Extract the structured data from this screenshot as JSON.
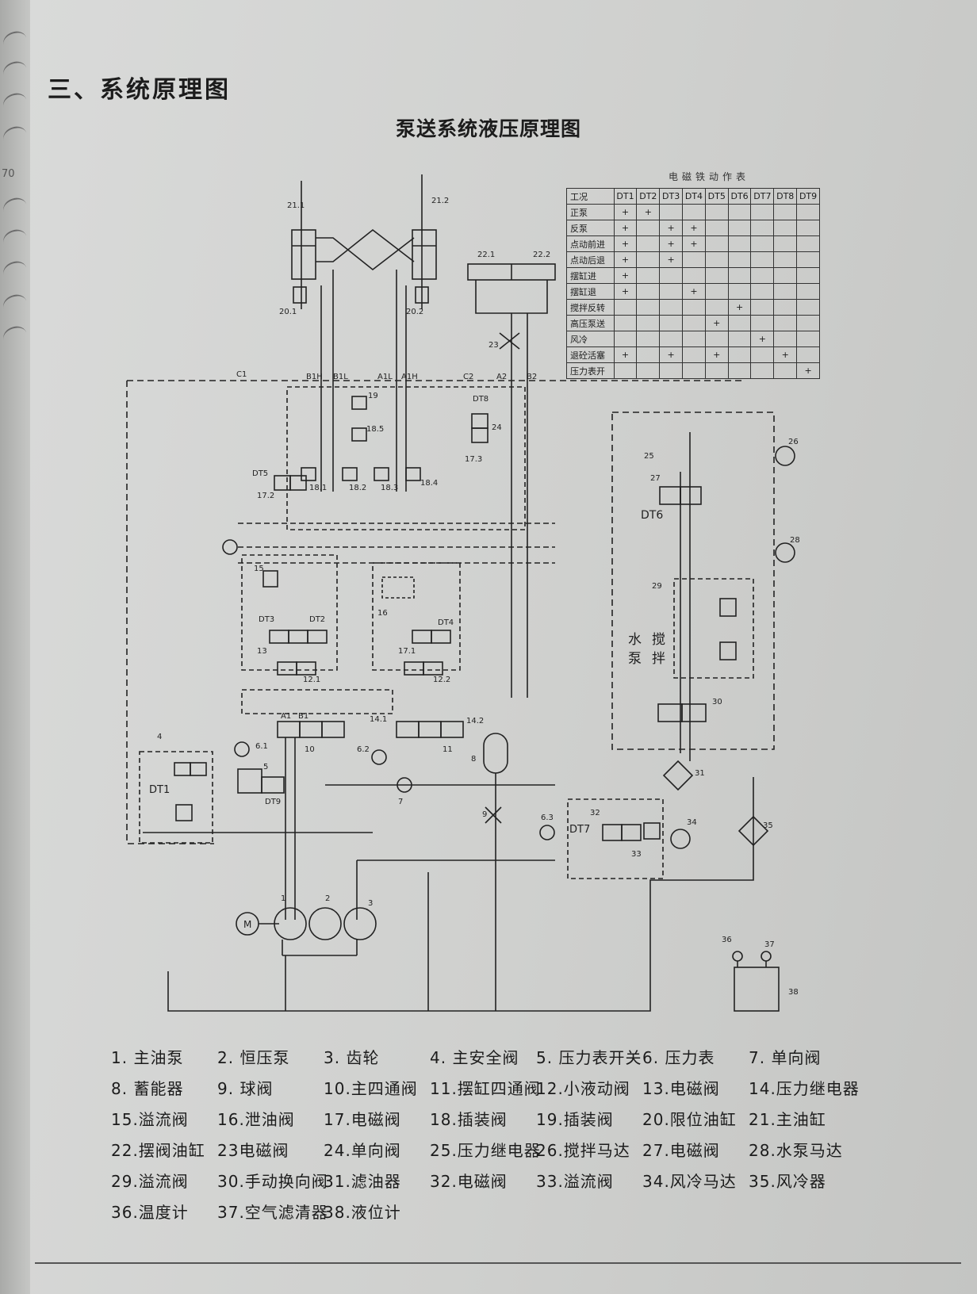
{
  "page": {
    "section_heading": "三、系统原理图",
    "diagram_title": "泵送系统液压原理图",
    "margin_number": "70"
  },
  "action_table": {
    "title": "电磁铁动作表",
    "headers": [
      "工况",
      "DT1",
      "DT2",
      "DT3",
      "DT4",
      "DT5",
      "DT6",
      "DT7",
      "DT8",
      "DT9"
    ],
    "rows": [
      [
        "正泵",
        "+",
        "+",
        "",
        "",
        "",
        "",
        "",
        "",
        ""
      ],
      [
        "反泵",
        "+",
        "",
        "+",
        "+",
        "",
        "",
        "",
        "",
        ""
      ],
      [
        "点动前进",
        "+",
        "",
        "+",
        "+",
        "",
        "",
        "",
        "",
        ""
      ],
      [
        "点动后退",
        "+",
        "",
        "+",
        "",
        "",
        "",
        "",
        "",
        ""
      ],
      [
        "摆缸进",
        "+",
        "",
        "",
        "",
        "",
        "",
        "",
        "",
        ""
      ],
      [
        "摆缸退",
        "+",
        "",
        "",
        "+",
        "",
        "",
        "",
        "",
        ""
      ],
      [
        "搅拌反转",
        "",
        "",
        "",
        "",
        "",
        "+",
        "",
        "",
        ""
      ],
      [
        "高压泵送",
        "",
        "",
        "",
        "",
        "+",
        "",
        "",
        "",
        ""
      ],
      [
        "风冷",
        "",
        "",
        "",
        "",
        "",
        "",
        "+",
        "",
        ""
      ],
      [
        "退砼活塞",
        "+",
        "",
        "+",
        "",
        "+",
        "",
        "",
        "+",
        ""
      ],
      [
        "压力表开",
        "",
        "",
        "",
        "",
        "",
        "",
        "",
        "",
        "+"
      ]
    ]
  },
  "diagram_labels": {
    "cyl_21_1": "21.1",
    "cyl_21_2": "21.2",
    "cyl_20_1": "20.1",
    "cyl_20_2": "20.2",
    "cyl_22_1": "22.1",
    "cyl_22_2": "22.2",
    "port_c1": "C1",
    "port_c2": "C2",
    "port_b1h": "B1H",
    "port_b1l": "B1L",
    "port_a1l": "A1L",
    "port_a1h": "A1H",
    "port_a2": "A2",
    "port_b2": "B2",
    "v23": "23",
    "v24": "24",
    "v19": "19",
    "v18_5": "18.5",
    "v18_1": "18.1",
    "v18_2": "18.2",
    "v18_3": "18.3",
    "v18_4": "18.4",
    "dt5": "DT5",
    "v17_2": "17.2",
    "dt8": "DT8",
    "v17_3": "17.3",
    "v15": "15",
    "v16": "16",
    "dt3": "DT3",
    "dt2": "DT2",
    "dt4": "DT4",
    "v13": "13",
    "v12_1": "12.1",
    "v17_1": "17.1",
    "v12_2": "12.2",
    "a1": "A1",
    "b1": "B1",
    "v10": "10",
    "v11": "11",
    "v14_1": "14.1",
    "v14_2": "14.2",
    "v8": "8",
    "v4": "4",
    "dt1": "DT1",
    "v6_1": "6.1",
    "v5": "5",
    "dt9": "DT9",
    "v6_2": "6.2",
    "v7": "7",
    "v9": "9",
    "v6_3": "6.3",
    "dt7": "DT7",
    "v32": "32",
    "v33": "33",
    "v34": "34",
    "v35": "35",
    "v31": "31",
    "v30": "30",
    "v29": "29",
    "v25": "25",
    "v26": "26",
    "v27": "27",
    "dt6": "DT6",
    "v28": "28",
    "water": "水",
    "pump": "泵",
    "stir": "搅",
    "mix": "拌",
    "p1": "1",
    "p2": "2",
    "p3": "3",
    "motor": "M",
    "v36": "36",
    "v37": "37",
    "v38": "38"
  },
  "legend": [
    "1. 主油泵",
    "2. 恒压泵",
    "3. 齿轮",
    "4. 主安全阀",
    "5. 压力表开关",
    "6. 压力表",
    "7. 单向阀",
    "8. 蓄能器",
    "9. 球阀",
    "10.主四通阀",
    "11.摆缸四通阀",
    "12.小液动阀",
    "13.电磁阀",
    "14.压力继电器",
    "15.溢流阀",
    "16.泄油阀",
    "17.电磁阀",
    "18.插装阀",
    "19.插装阀",
    "20.限位油缸",
    "21.主油缸",
    "22.摆阀油缸",
    "23电磁阀",
    "24.单向阀",
    "25.压力继电器",
    "26.搅拌马达",
    "27.电磁阀",
    "28.水泵马达",
    "29.溢流阀",
    "30.手动换向阀",
    "31.滤油器",
    "32.电磁阀",
    "33.溢流阀",
    "34.风冷马达",
    "35.风冷器",
    "36.温度计",
    "37.空气滤清器",
    "38.液位计"
  ]
}
